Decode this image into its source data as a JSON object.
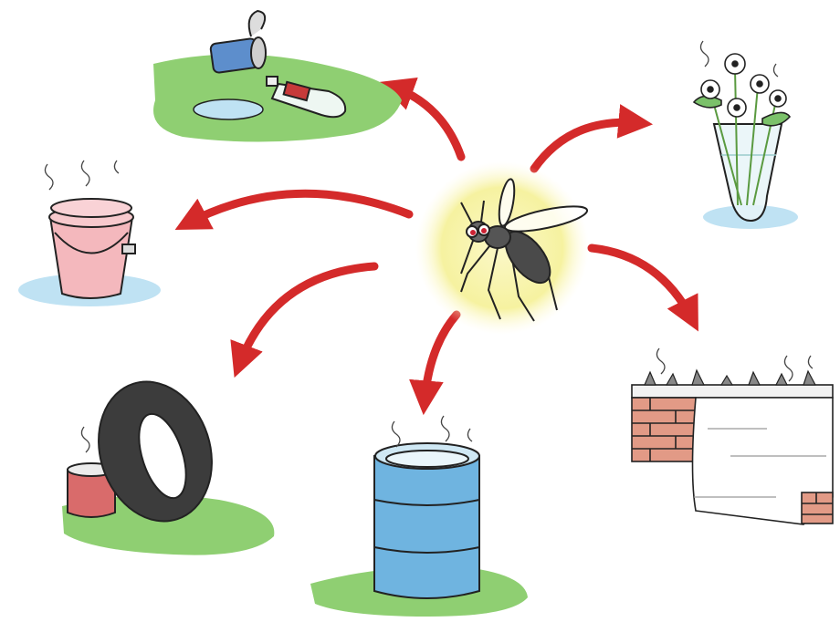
{
  "diagram": {
    "center": {
      "icon": "mosquito-icon"
    },
    "breeding_sites": [
      {
        "id": "litter",
        "icons": [
          "tin-can-icon",
          "plastic-bottle-icon",
          "puddle-icon"
        ]
      },
      {
        "id": "flower-vase",
        "icons": [
          "vase-icon",
          "flowers-icon"
        ]
      },
      {
        "id": "bucket",
        "icons": [
          "bucket-icon"
        ]
      },
      {
        "id": "tire-and-can",
        "icons": [
          "tire-icon",
          "can-icon"
        ]
      },
      {
        "id": "water-barrel",
        "icons": [
          "barrel-icon"
        ]
      },
      {
        "id": "wall-top",
        "icons": [
          "brick-wall-icon",
          "broken-glass-icon"
        ]
      }
    ],
    "colors": {
      "arrow": "#d42a2a",
      "glow": "#f6f2a0",
      "grass": "#8fcf72",
      "water": "#bfe2f3",
      "bucket": "#f4b8bd",
      "barrel": "#6fb4e0",
      "brick": "#e29a86",
      "tire": "#3c3c3c",
      "mosquito": "#4a4a4a"
    }
  }
}
